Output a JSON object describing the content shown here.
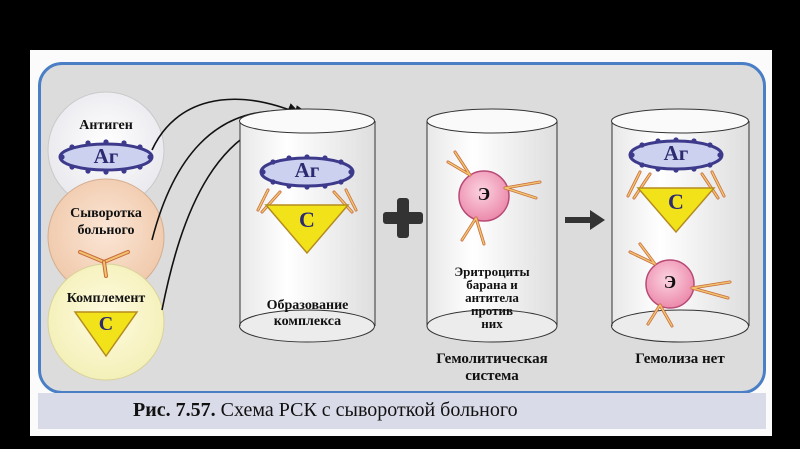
{
  "left_column": {
    "antigen_label": "Антиген",
    "antigen_symbol": "Аг",
    "serum_label_line1": "Сыворотка",
    "serum_label_line2": "больного",
    "complement_label": "Комплемент",
    "complement_symbol": "C"
  },
  "cylinder1": {
    "antigen_symbol": "Аг",
    "complement_symbol": "C",
    "label_line1": "Образование",
    "label_line2": "комплекса"
  },
  "cylinder2": {
    "cell_symbol": "Э",
    "label_line1": "Эритроциты",
    "label_line2": "барана и",
    "label_line3": "антитела",
    "label_line4": "против",
    "label_line5": "них",
    "below_line1": "Гемолитическая",
    "below_line2": "система"
  },
  "cylinder3": {
    "antigen_symbol": "Аг",
    "complement_symbol": "C",
    "cell_symbol": "Э",
    "below_label": "Гемолиза нет"
  },
  "caption": {
    "figure_number": "Рис. 7.57.",
    "text": "Схема РСК с сывороткой больного"
  },
  "colors": {
    "panel_border": "#4a7fc6",
    "antigen_ellipse": "#3d3a8c",
    "complement_triangle": "#f2e21a",
    "erythrocyte": "#f2a6c0",
    "antibody": "#d8a35a"
  }
}
